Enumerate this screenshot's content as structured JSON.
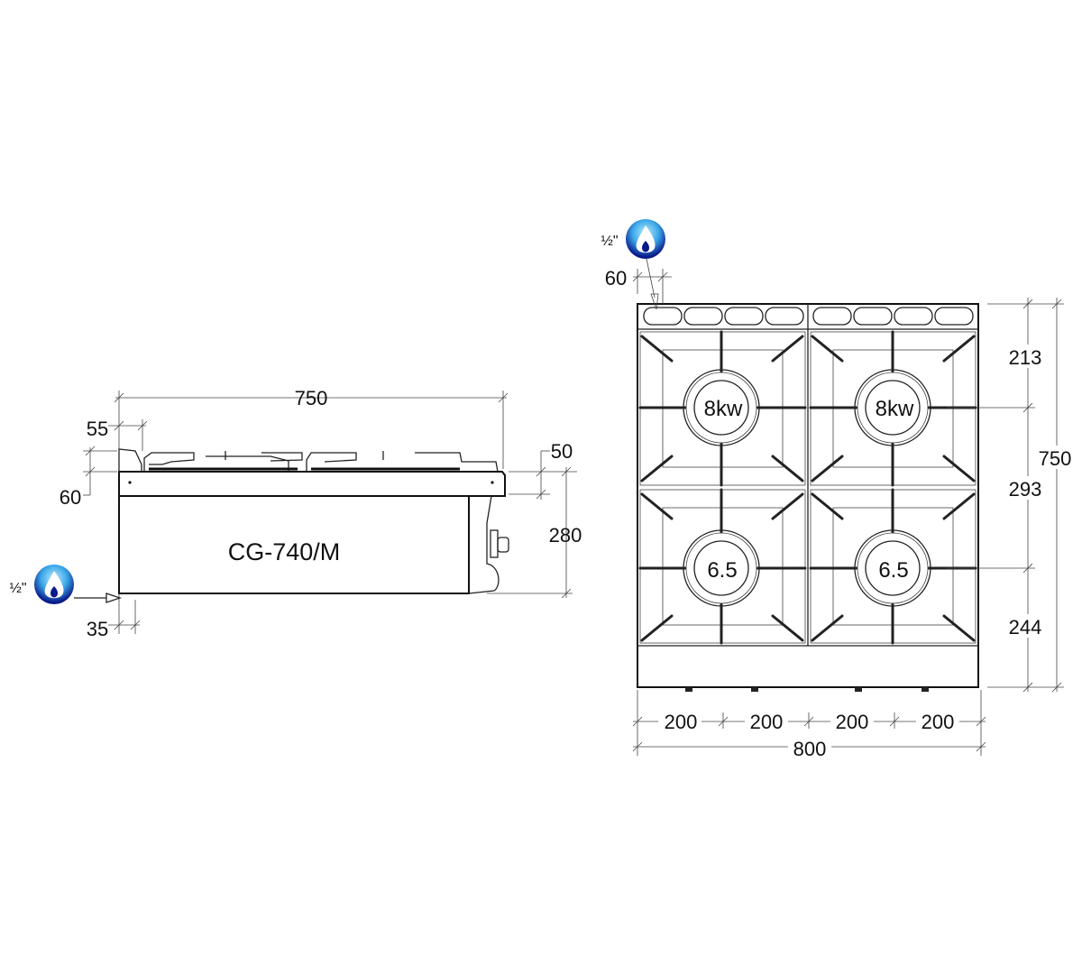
{
  "side_view": {
    "model_label": "CG-740/M",
    "dims": {
      "depth": "750",
      "backsplash_offset": "55",
      "backsplash_height": "60",
      "top_panel": "50",
      "height": "280",
      "gas_offset": "35"
    },
    "gas_inlet": {
      "size": "½\"",
      "icon": "gas-flame-icon"
    }
  },
  "front_view": {
    "burners": [
      "8kw",
      "8kw",
      "6.5",
      "6.5"
    ],
    "dims": {
      "gas_offset": "60",
      "row1": "213",
      "row2": "293",
      "row3": "244",
      "depth": "750",
      "widths": [
        "200",
        "200",
        "200",
        "200"
      ],
      "total_width": "800"
    },
    "gas_inlet": {
      "size": "½\"",
      "icon": "gas-flame-icon"
    }
  },
  "colors": {
    "flame_light": "#7fd0f5",
    "flame_dark": "#0a1a8a"
  }
}
